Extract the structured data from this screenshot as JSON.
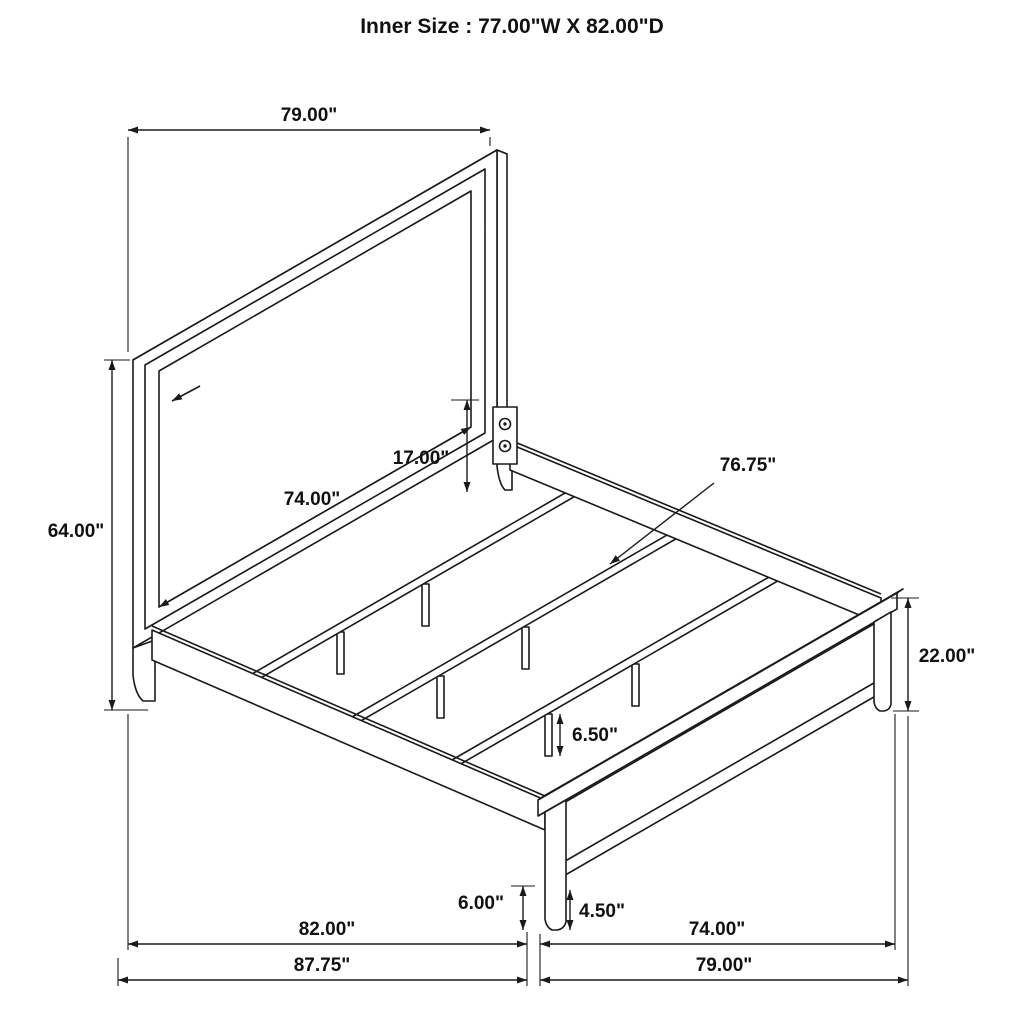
{
  "title": "Inner Size : 77.00\"W X 82.00\"D",
  "dims": {
    "headboard_width": "79.00\"",
    "headboard_height": "64.00\"",
    "panel_height": "17.00\"",
    "panel_width": "74.00\"",
    "slat_rail_length": "76.75\"",
    "footboard_height": "22.00\"",
    "slat_leg_height": "6.50\"",
    "leg_height": "6.00\"",
    "floor_clearance": "4.50\"",
    "side_rail_length": "82.00\"",
    "footboard_width": "74.00\"",
    "overall_depth": "87.75\"",
    "overall_width": "79.00\""
  }
}
